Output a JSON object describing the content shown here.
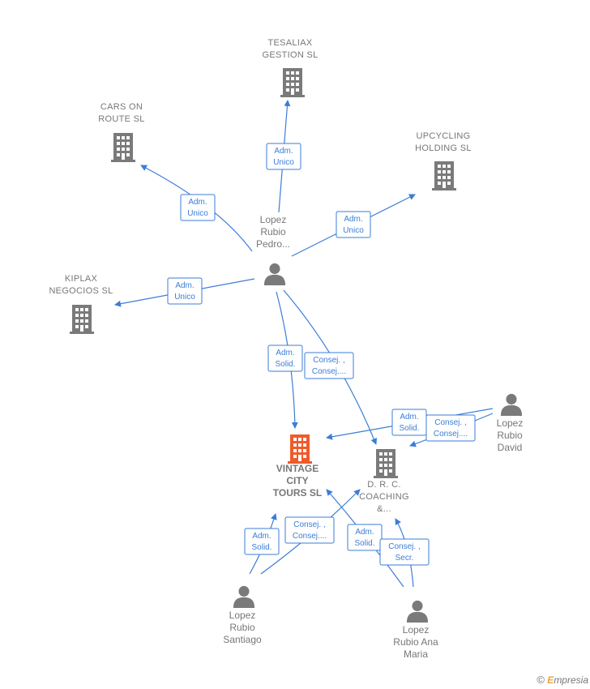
{
  "colors": {
    "edge": "#3b7dd8",
    "node": "#7a7a7a",
    "highlight": "#ef5b2b"
  },
  "nodes": [
    {
      "id": "tesaliax",
      "type": "company",
      "lines": [
        "TESALIAX",
        "GESTION  SL"
      ]
    },
    {
      "id": "cars",
      "type": "company",
      "lines": [
        "CARS ON",
        "ROUTE  SL"
      ]
    },
    {
      "id": "upcycling",
      "type": "company",
      "lines": [
        "UPCYCLING",
        "HOLDING  SL"
      ]
    },
    {
      "id": "kiplax",
      "type": "company",
      "lines": [
        "KIPLAX",
        "NEGOCIOS  SL"
      ]
    },
    {
      "id": "pedro",
      "type": "person",
      "lines": [
        "Lopez",
        "Rubio",
        "Pedro..."
      ]
    },
    {
      "id": "vintage",
      "type": "main",
      "lines": [
        "VINTAGE",
        "CITY",
        "TOURS  SL"
      ]
    },
    {
      "id": "drc",
      "type": "company",
      "lines": [
        "D.  R.  C.",
        "COACHING",
        "&..."
      ]
    },
    {
      "id": "david",
      "type": "person",
      "lines": [
        "Lopez",
        "Rubio",
        "David"
      ]
    },
    {
      "id": "santiago",
      "type": "person",
      "lines": [
        "Lopez",
        "Rubio",
        "Santiago"
      ]
    },
    {
      "id": "ana",
      "type": "person",
      "lines": [
        "Lopez",
        "Rubio Ana",
        "Maria"
      ]
    }
  ],
  "edges": [
    {
      "from": "pedro",
      "to": "tesaliax",
      "lines": [
        "Adm.",
        "Unico"
      ]
    },
    {
      "from": "pedro",
      "to": "cars",
      "lines": [
        "Adm.",
        "Unico"
      ]
    },
    {
      "from": "pedro",
      "to": "upcycling",
      "lines": [
        "Adm.",
        "Unico"
      ]
    },
    {
      "from": "pedro",
      "to": "kiplax",
      "lines": [
        "Adm.",
        "Unico"
      ]
    },
    {
      "from": "pedro",
      "to": "vintage",
      "lines": [
        "Adm.",
        "Solid."
      ]
    },
    {
      "from": "pedro",
      "to": "drc",
      "lines": [
        "Consej. ,",
        "Consej...."
      ]
    },
    {
      "from": "david",
      "to": "vintage",
      "lines": [
        "Adm.",
        "Solid."
      ]
    },
    {
      "from": "david",
      "to": "drc",
      "lines": [
        "Consej. ,",
        "Consej...."
      ]
    },
    {
      "from": "santiago",
      "to": "vintage",
      "lines": [
        "Adm.",
        "Solid."
      ]
    },
    {
      "from": "santiago",
      "to": "drc",
      "lines": [
        "Consej. ,",
        "Consej...."
      ]
    },
    {
      "from": "ana",
      "to": "vintage",
      "lines": [
        "Adm.",
        "Solid."
      ]
    },
    {
      "from": "ana",
      "to": "drc",
      "lines": [
        "Consej. ,",
        "Secr."
      ]
    }
  ],
  "footer": {
    "copyright": "©",
    "brand_initial": "E",
    "brand_rest": "mpresia"
  }
}
